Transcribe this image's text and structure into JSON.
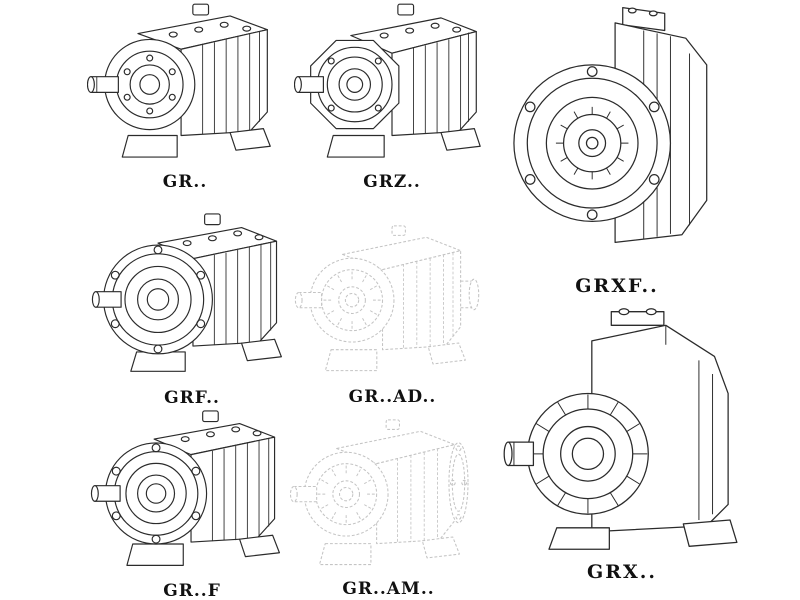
{
  "page": {
    "background": "#ffffff",
    "line_color": "#2b2b2b",
    "ghost_line_color": "#c4c4c4"
  },
  "figures": [
    {
      "id": "gr",
      "label": "GR..",
      "style": "solid"
    },
    {
      "id": "grz",
      "label": "GRZ..",
      "style": "solid"
    },
    {
      "id": "grxf",
      "label": "GRXF..",
      "style": "solid"
    },
    {
      "id": "grf",
      "label": "GRF..",
      "style": "solid"
    },
    {
      "id": "grad",
      "label": "GR..AD..",
      "style": "ghost"
    },
    {
      "id": "grx",
      "label": "GRX..",
      "style": "solid"
    },
    {
      "id": "grf2",
      "label": "GR..F",
      "style": "solid"
    },
    {
      "id": "gram",
      "label": "GR..AM..",
      "style": "ghost"
    }
  ]
}
